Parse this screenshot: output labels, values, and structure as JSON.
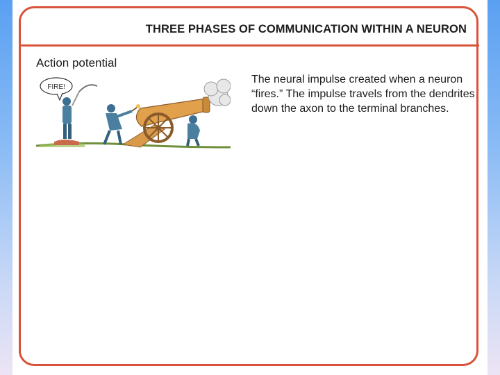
{
  "slide": {
    "title": "THREE PHASES OF COMMUNICATION WITHIN A NEURON",
    "section_label": "Action potential",
    "definition": "The neural impulse created when a neuron “fires.” The impulse travels from the dendrites down the axon to the terminal branches.",
    "illustration": {
      "speech_bubble_text": "FIRE!",
      "depicts": [
        "officer-with-sword",
        "soldier-lighting-fuse",
        "cannon",
        "crouching-soldier",
        "smoke-cloud"
      ]
    }
  },
  "colors": {
    "frame": "#d9523a",
    "cannon": "#e0a04c",
    "soldier": "#4a7fa0",
    "background_top": "#5aa0f2",
    "background_bottom": "#ece4f4"
  }
}
